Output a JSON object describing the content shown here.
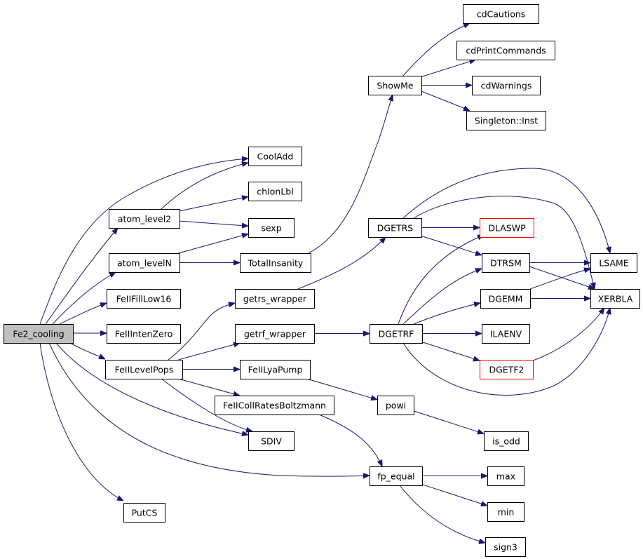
{
  "nodes": [
    {
      "id": "fe2",
      "label": "Fe2_cooling",
      "style": "root"
    },
    {
      "id": "cooladd",
      "label": "CoolAdd"
    },
    {
      "id": "chlonlbl",
      "label": "chIonLbl"
    },
    {
      "id": "atom2",
      "label": "atom_level2"
    },
    {
      "id": "sexp",
      "label": "sexp"
    },
    {
      "id": "atomN",
      "label": "atom_levelN"
    },
    {
      "id": "total",
      "label": "TotalInsanity"
    },
    {
      "id": "showme",
      "label": "ShowMe"
    },
    {
      "id": "cdcaut",
      "label": "cdCautions"
    },
    {
      "id": "cdprint",
      "label": "cdPrintCommands"
    },
    {
      "id": "cdwarn",
      "label": "cdWarnings"
    },
    {
      "id": "single",
      "label": "Singleton::Inst"
    },
    {
      "id": "fillLow",
      "label": "FeIIFillLow16"
    },
    {
      "id": "intenZero",
      "label": "FeIIIntenZero"
    },
    {
      "id": "levelPops",
      "label": "FeIILevelPops"
    },
    {
      "id": "putcs",
      "label": "PutCS"
    },
    {
      "id": "getrsW",
      "label": "getrs_wrapper"
    },
    {
      "id": "getrfW",
      "label": "getrf_wrapper"
    },
    {
      "id": "lyaPump",
      "label": "FeIILyaPump"
    },
    {
      "id": "collRates",
      "label": "FeIICollRatesBoltzmann"
    },
    {
      "id": "sdiv",
      "label": "SDIV"
    },
    {
      "id": "dgetrs",
      "label": "DGETRS"
    },
    {
      "id": "dgetrf",
      "label": "DGETRF"
    },
    {
      "id": "powi",
      "label": "powi"
    },
    {
      "id": "isodd",
      "label": "is_odd"
    },
    {
      "id": "fpequal",
      "label": "fp_equal"
    },
    {
      "id": "max",
      "label": "max"
    },
    {
      "id": "min",
      "label": "min"
    },
    {
      "id": "sign3",
      "label": "sign3"
    },
    {
      "id": "dlaswp",
      "label": "DLASWP",
      "style": "red"
    },
    {
      "id": "dtrsm",
      "label": "DTRSM"
    },
    {
      "id": "dgemm",
      "label": "DGEMM"
    },
    {
      "id": "ilaenv",
      "label": "ILAENV"
    },
    {
      "id": "dgetf2",
      "label": "DGETF2",
      "style": "red"
    },
    {
      "id": "lsame",
      "label": "LSAME"
    },
    {
      "id": "xerbla",
      "label": "XERBLA"
    }
  ],
  "edges": [
    [
      "fe2",
      "cooladd"
    ],
    [
      "fe2",
      "atom2"
    ],
    [
      "fe2",
      "atomN"
    ],
    [
      "fe2",
      "fillLow"
    ],
    [
      "fe2",
      "intenZero"
    ],
    [
      "fe2",
      "levelPops"
    ],
    [
      "fe2",
      "sdiv"
    ],
    [
      "fe2",
      "fpequal"
    ],
    [
      "fe2",
      "putcs"
    ],
    [
      "atom2",
      "cooladd"
    ],
    [
      "atom2",
      "chlonlbl"
    ],
    [
      "atom2",
      "sexp"
    ],
    [
      "atomN",
      "sexp"
    ],
    [
      "atomN",
      "total"
    ],
    [
      "total",
      "showme"
    ],
    [
      "showme",
      "cdcaut"
    ],
    [
      "showme",
      "cdprint"
    ],
    [
      "showme",
      "cdwarn"
    ],
    [
      "showme",
      "single"
    ],
    [
      "levelPops",
      "getrsW"
    ],
    [
      "levelPops",
      "getrfW"
    ],
    [
      "levelPops",
      "lyaPump"
    ],
    [
      "levelPops",
      "collRates"
    ],
    [
      "levelPops",
      "sdiv"
    ],
    [
      "getrsW",
      "dgetrs"
    ],
    [
      "getrfW",
      "dgetrf"
    ],
    [
      "lyaPump",
      "powi"
    ],
    [
      "powi",
      "isodd"
    ],
    [
      "collRates",
      "fpequal"
    ],
    [
      "fpequal",
      "max"
    ],
    [
      "fpequal",
      "min"
    ],
    [
      "fpequal",
      "sign3"
    ],
    [
      "dgetrs",
      "dlaswp"
    ],
    [
      "dgetrs",
      "dtrsm"
    ],
    [
      "dgetrs",
      "lsame"
    ],
    [
      "dgetrs",
      "xerbla"
    ],
    [
      "dgetrf",
      "dlaswp"
    ],
    [
      "dgetrf",
      "dtrsm"
    ],
    [
      "dgetrf",
      "dgemm"
    ],
    [
      "dgetrf",
      "ilaenv"
    ],
    [
      "dgetrf",
      "dgetf2"
    ],
    [
      "dgetrf",
      "xerbla"
    ],
    [
      "dtrsm",
      "lsame"
    ],
    [
      "dtrsm",
      "xerbla"
    ],
    [
      "dgemm",
      "lsame"
    ],
    [
      "dgemm",
      "xerbla"
    ],
    [
      "dgetf2",
      "xerbla"
    ]
  ]
}
